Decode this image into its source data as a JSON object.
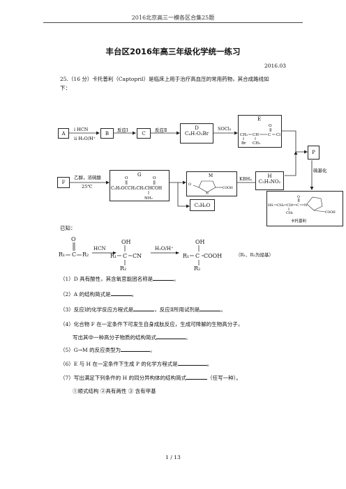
{
  "header": {
    "running_title": "2016北京高三一模各区合集25题"
  },
  "doc": {
    "title": "丰台区2016年高三年级化学统一练习",
    "date": "2016.03",
    "intro_line1": "25.（16 分）卡托普利（Captopril）是临床上用于治疗高血压的常用药物，其合成路线如",
    "intro_line2": "下："
  },
  "route": {
    "A": "A",
    "B": "B",
    "C": "C",
    "a_to_b_reagent1": "i HCN",
    "a_to_b_reagent2": "ii H₂O/H⁺",
    "reaction1": "反应Ⅰ",
    "reaction2": "反应Ⅱ",
    "D_label": "D",
    "D_formula": "C₄H₇O₂Br",
    "socl2": "SOCl₂",
    "E_label": "E",
    "E_struct_ch2": "CH₂",
    "E_struct_ch": "CH",
    "E_struct_c": "C",
    "E_struct_cl": "Cl",
    "E_struct_o": "O",
    "E_struct_br": "Br",
    "E_struct_ch3": "CH₃",
    "P_label": "P",
    "F_label": "F",
    "f_to_g_reagent": "乙醇，浓硫酸",
    "f_to_g_temp": "25℃",
    "G_label": "G",
    "G_formula": "C₂H₅OCCH₂CH₂CHCOH",
    "G_nh2": "NH₂",
    "G_o": "O",
    "M_label": "M",
    "M_cooh": "COOH",
    "M_n": "N",
    "M_h": "H",
    "M_o": "O",
    "kbh4": "KBH₄",
    "H_label": "H",
    "H_formula": "C₅H₉NO₂",
    "C2H6O": "C₂H₆O",
    "hydrolysis": "硫基化",
    "captopril_label": "卡托普利",
    "cap_hs": "HS",
    "cap_ch2": "CH₂",
    "cap_ch": "CH",
    "cap_c": "C",
    "cap_n": "N",
    "cap_o": "O",
    "cap_ch3": "CH₃",
    "cap_cooh": "COOH"
  },
  "known": {
    "label": "已知：",
    "r1": "R₁",
    "r2": "R₂",
    "c": "C",
    "o": "O",
    "oh": "OH",
    "hcn": "HCN",
    "h2o": "H₂O/H⁺",
    "cn": "CN",
    "cooh": "COOH",
    "note": "（R₁、R₂为烃基）"
  },
  "questions": {
    "q1a": "（1）D 具有酸性，其含氧官能团名称是",
    "q1b": "。",
    "q2a": "（2）A 的结构简式是",
    "q2b": "。",
    "q3a": "（3）反应Ⅰ的化学反应方程式是",
    "q3b": "，反应Ⅱ所用试剂是",
    "q3c": "。",
    "q4a": "（4）化合物 F 在一定条件下可发生自身成肽反应，生成可降解的生物高分子，",
    "q4b": "写出其中一种高分子物质的结构简式",
    "q4c": "。",
    "q5a": "（5）G→M 的反应类型为",
    "q5b": "。",
    "q6a": "（6）E 与 H 在一定条件下生成 P 的化学方程式是",
    "q6b": "。",
    "q7a": "（7）写出满足下列条件的 H 的同分异构体的结构简式",
    "q7b": "（任写一种）。",
    "q7_conditions": "①顺式结构    ②具有两性    ③ 含有甲基"
  },
  "footer": {
    "page": "1  /  13"
  }
}
